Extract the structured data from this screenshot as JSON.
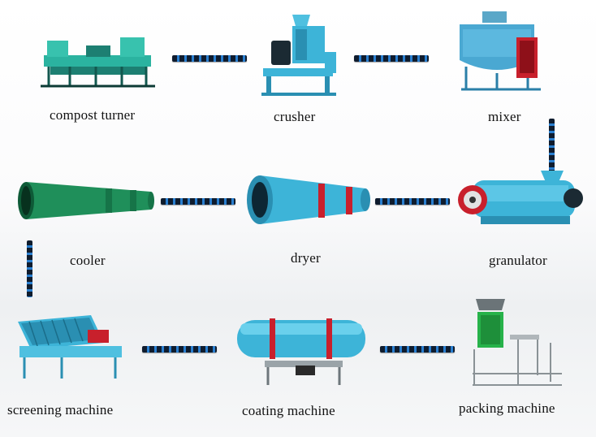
{
  "stages": {
    "compost_turner": "compost turner",
    "crusher": "crusher",
    "mixer": "mixer",
    "cooler": "cooler",
    "dryer": "dryer",
    "granulator": "granulator",
    "screening_machine": "screening machine",
    "coating_machine": "coating machine",
    "packing_machine": "packing machine"
  },
  "colors": {
    "machine_blue": "#3db4d8",
    "machine_green": "#1f8f5a",
    "accent_red": "#c8202c",
    "conveyor": "#0f1c2e"
  }
}
